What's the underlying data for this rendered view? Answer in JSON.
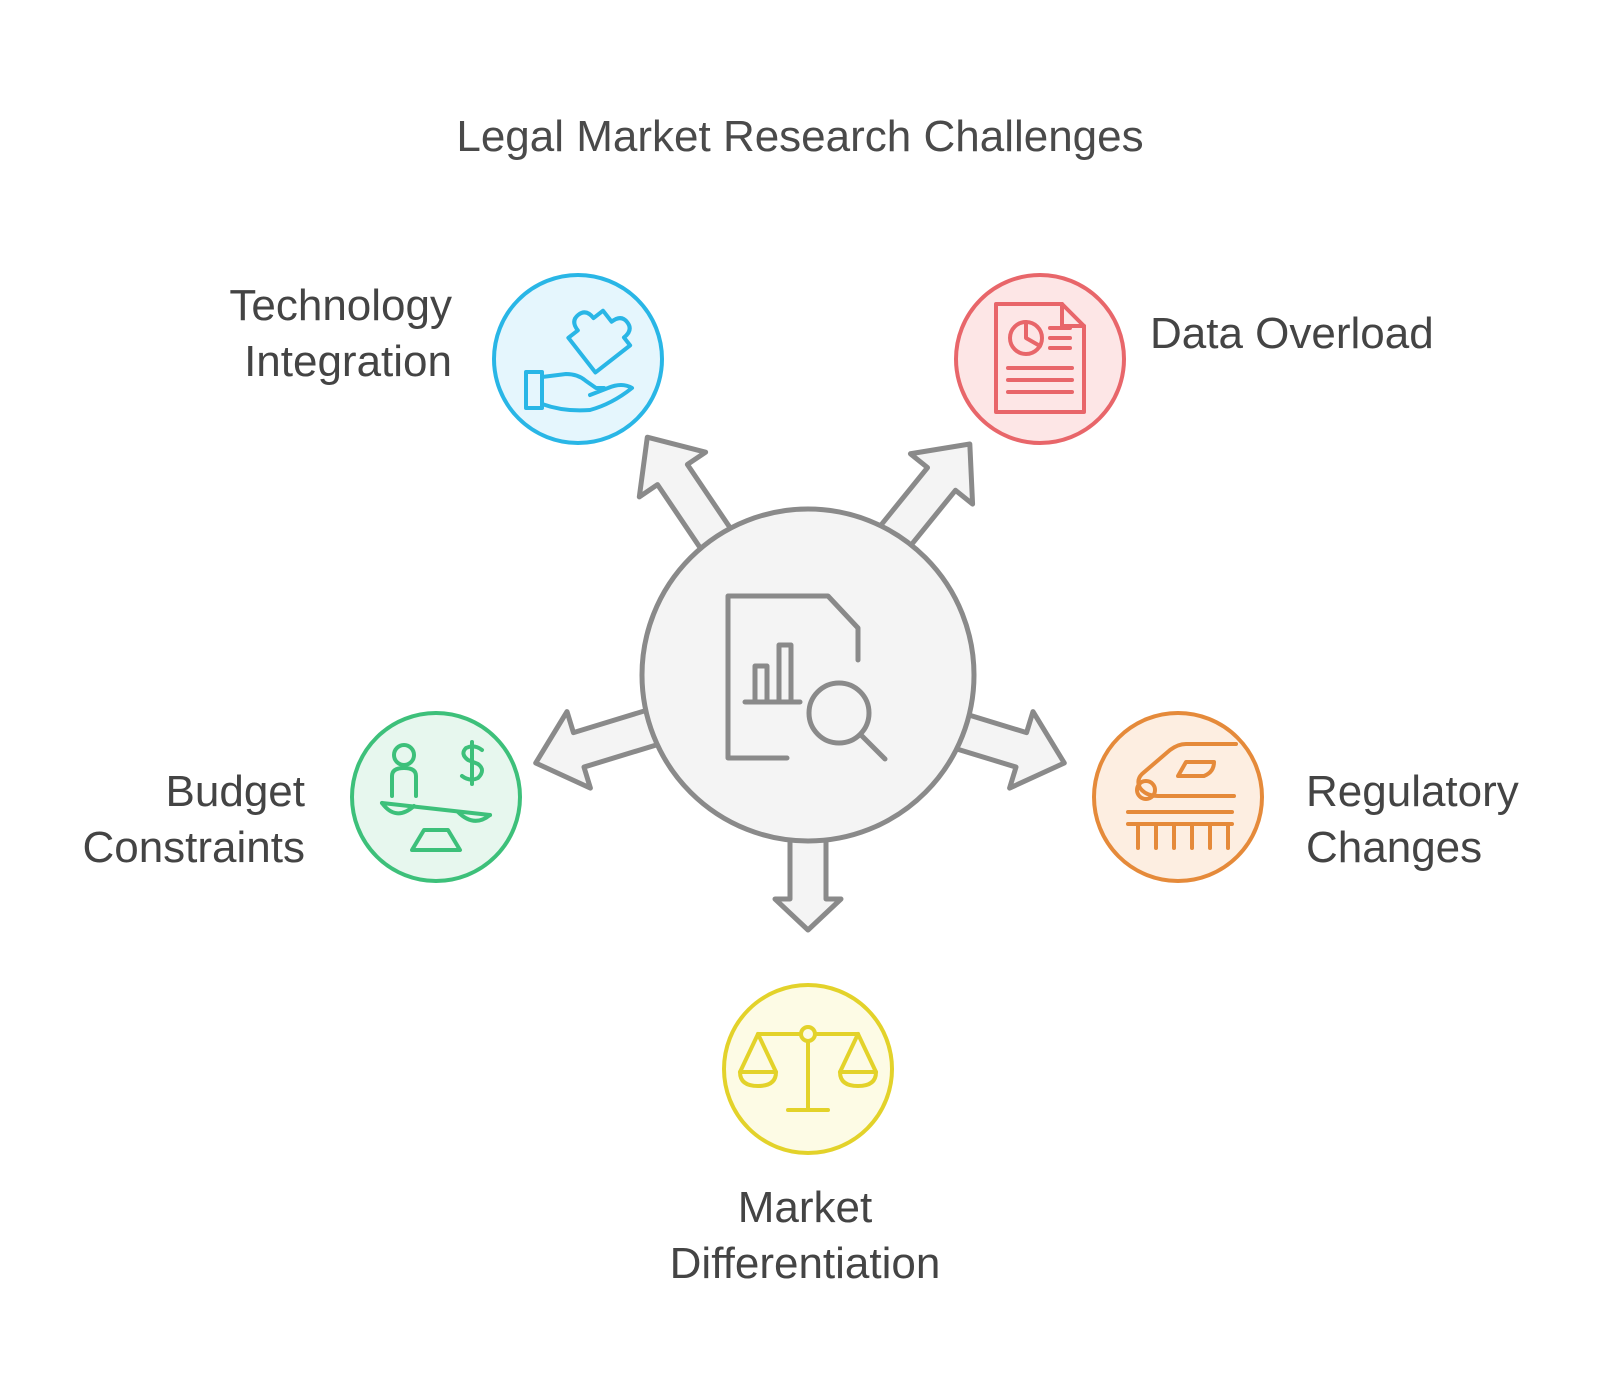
{
  "title": "Legal Market Research Challenges",
  "center": {
    "icon": "document-chart-search-icon"
  },
  "nodes": {
    "technology": {
      "lines": [
        "Technology",
        "Integration"
      ],
      "icon": "puzzle-hand-icon",
      "color": "#29b6e6",
      "fill": "#e5f6fd"
    },
    "data": {
      "lines": [
        "Data Overload"
      ],
      "icon": "report-document-icon",
      "color": "#e8666a",
      "fill": "#fde6e6"
    },
    "budget": {
      "lines": [
        "Budget",
        "Constraints"
      ],
      "icon": "scale-person-dollar-icon",
      "color": "#3dc07a",
      "fill": "#e7f7ee"
    },
    "regulatory": {
      "lines": [
        "Regulatory",
        "Changes"
      ],
      "icon": "train-tracks-icon",
      "color": "#e58a3a",
      "fill": "#fdeee1"
    },
    "market": {
      "lines": [
        "Market",
        "Differentiation"
      ],
      "icon": "justice-scale-icon",
      "color": "#e3d22a",
      "fill": "#fdfbe5"
    }
  },
  "colors": {
    "center_stroke": "#8a8a8a",
    "center_fill": "#f4f4f4",
    "arrow_stroke": "#8a8a8a",
    "arrow_fill": "#f4f4f4",
    "text": "#444444"
  }
}
